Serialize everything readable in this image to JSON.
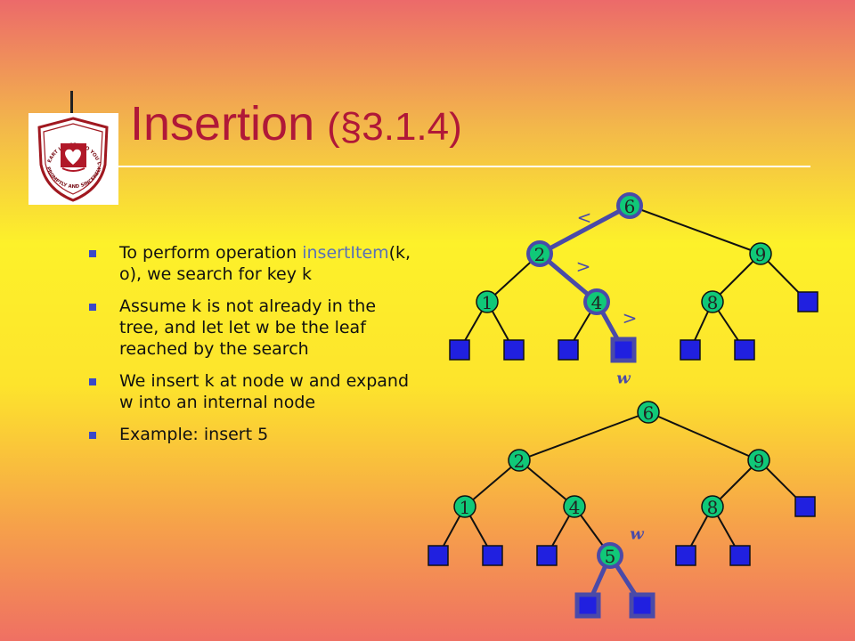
{
  "title": {
    "main": "Insertion",
    "ref": "(§3.1.4)"
  },
  "logo": {
    "text_top": "MY HEART I OFFER TO YOU LORD",
    "text_bottom": "PROMPTLY AND SINCERELY"
  },
  "bullets": [
    {
      "pre": "To perform operation ",
      "code": "insertItem",
      "post": "(k, o), we search for key k"
    },
    {
      "text": "Assume k is not already in the tree, and let let w be the leaf reached by the search"
    },
    {
      "text": "We insert k at node w and expand w into an internal node"
    },
    {
      "text": "Example: insert 5"
    }
  ],
  "colors": {
    "node_fill": "#10c878",
    "leaf_fill": "#2020e0",
    "path_highlight": "#4a4aa8",
    "title": "#b01838"
  },
  "tree_before": {
    "nodes": [
      "6",
      "2",
      "9",
      "1",
      "4",
      "8"
    ],
    "comparisons": [
      "<",
      ">",
      ">"
    ],
    "leaf_label": "w"
  },
  "tree_after": {
    "nodes": [
      "6",
      "2",
      "9",
      "1",
      "4",
      "8",
      "5"
    ],
    "leaf_label": "w"
  }
}
